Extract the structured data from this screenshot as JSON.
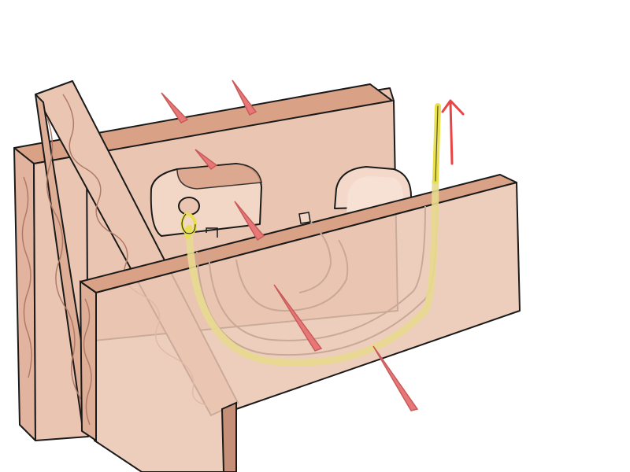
{
  "illustration": {
    "subject": "wooden-frame-with-curved-channel-and-pins",
    "colors": {
      "background": "#ffffff",
      "wood": "#eac6b2",
      "wood_light": "#f2d6c6",
      "wood_top": "#d9a186",
      "wood_dark": "#c58f78",
      "outline": "#1a1a1a",
      "pin": "#e87878",
      "pin_dark": "#c85a5a",
      "wire": "#e8e050",
      "wire_translucent": "#e7d98f",
      "arrow": "#e84545",
      "grain": "#b07a66"
    },
    "components": [
      "back-board",
      "left-side-board",
      "front-board",
      "diagonal-plank",
      "left-clamp-block",
      "right-clamp-block",
      "curved-channel",
      "yellow-wire",
      "wire-loop",
      "pins",
      "pull-arrow"
    ],
    "pin_count": 6,
    "arrow_direction": "up"
  }
}
